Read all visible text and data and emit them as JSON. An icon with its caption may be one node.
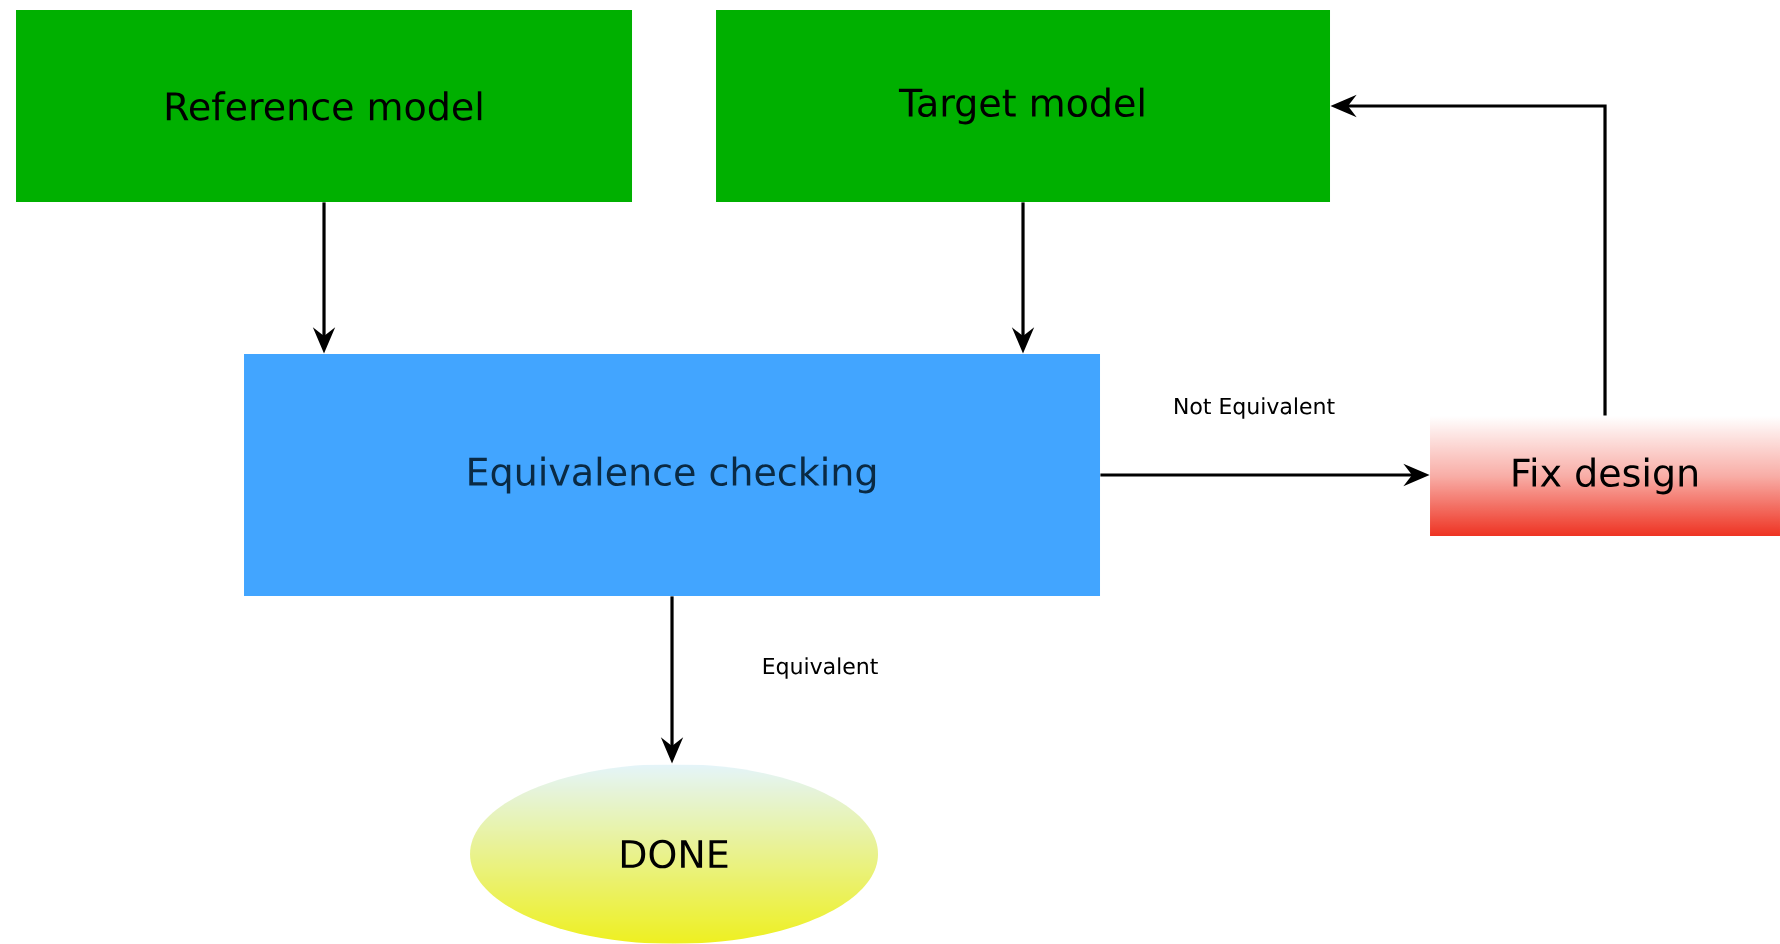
{
  "diagram": {
    "nodes": [
      {
        "text": [
          "Reference model"
        ]
      },
      {
        "text": [
          "Target model"
        ]
      },
      {
        "text": [
          "Equivalence checking"
        ]
      },
      {
        "text": [
          "Fix design"
        ]
      },
      {
        "text": [
          "DONE"
        ]
      }
    ],
    "edges": [
      {
        "from": 0,
        "to": 2,
        "arrow": "to"
      },
      {
        "from": 1,
        "to": 2,
        "arrow": "to"
      },
      {
        "from": 2,
        "to": 3,
        "arrow": "to",
        "label": "Not Equivalent"
      },
      {
        "from": 3,
        "to": 1,
        "arrow": "to"
      },
      {
        "from": 2,
        "to": 4,
        "arrow": "to",
        "label": "Equivalent"
      }
    ]
  }
}
